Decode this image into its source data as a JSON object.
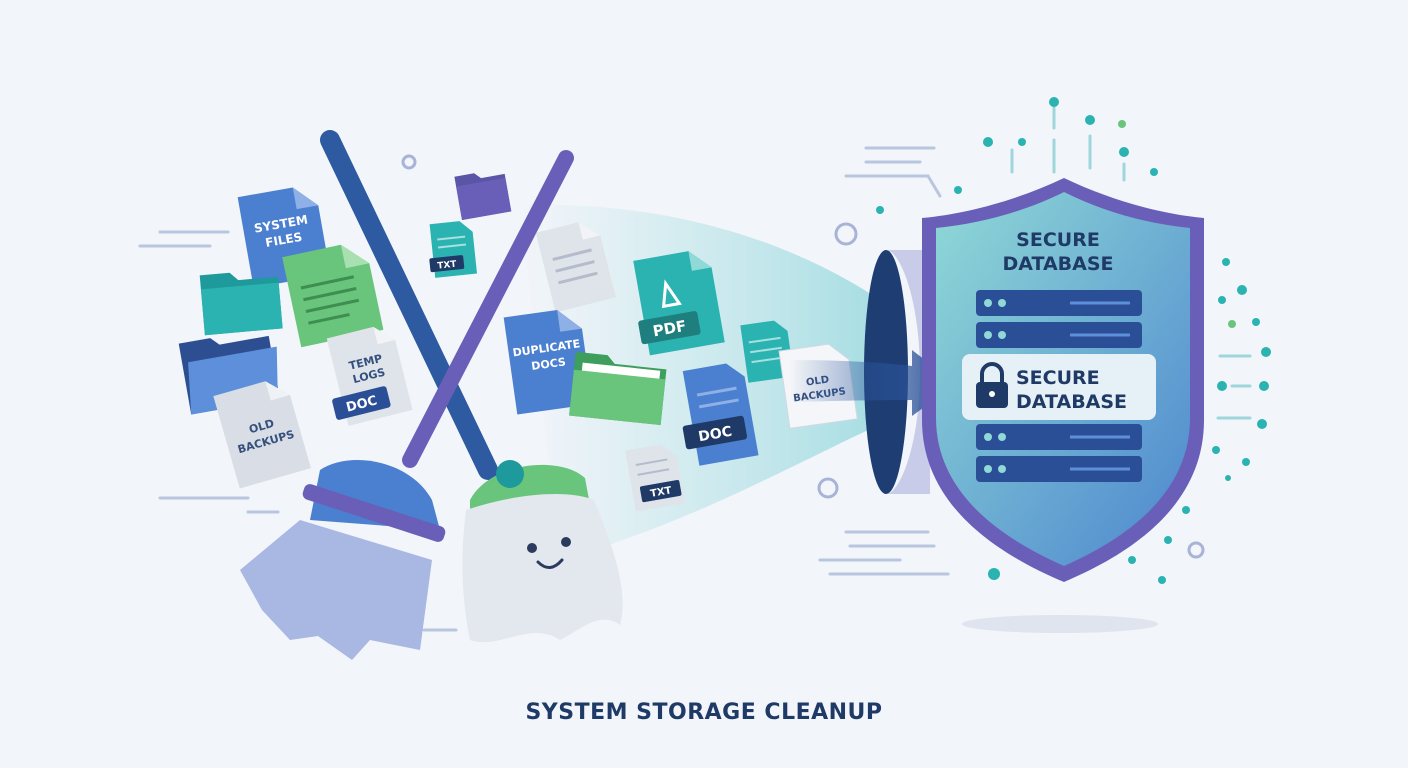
{
  "caption": "SYSTEM STORAGE CLEANUP",
  "labels": {
    "system_files_1": "SYSTEM",
    "system_files_2": "FILES",
    "temp_logs_1": "TEMP",
    "temp_logs_2": "LOGS",
    "doc": "DOC",
    "old_backups_1": "OLD",
    "old_backups_2": "BACKUPS",
    "txt": "TXT",
    "duplicate_docs_1": "DUPLICATE",
    "duplicate_docs_2": "DOCS",
    "pdf": "PDF",
    "secure_db_1": "SECURE",
    "secure_db_2": "DATABASE"
  },
  "colors": {
    "background": "#f2f5f9",
    "navy": "#1f3a66",
    "blue": "#4b7fd0",
    "teal": "#2bb3b1",
    "green": "#69c47c",
    "purple": "#6a5fb8",
    "gray_file": "#d9dee6"
  }
}
